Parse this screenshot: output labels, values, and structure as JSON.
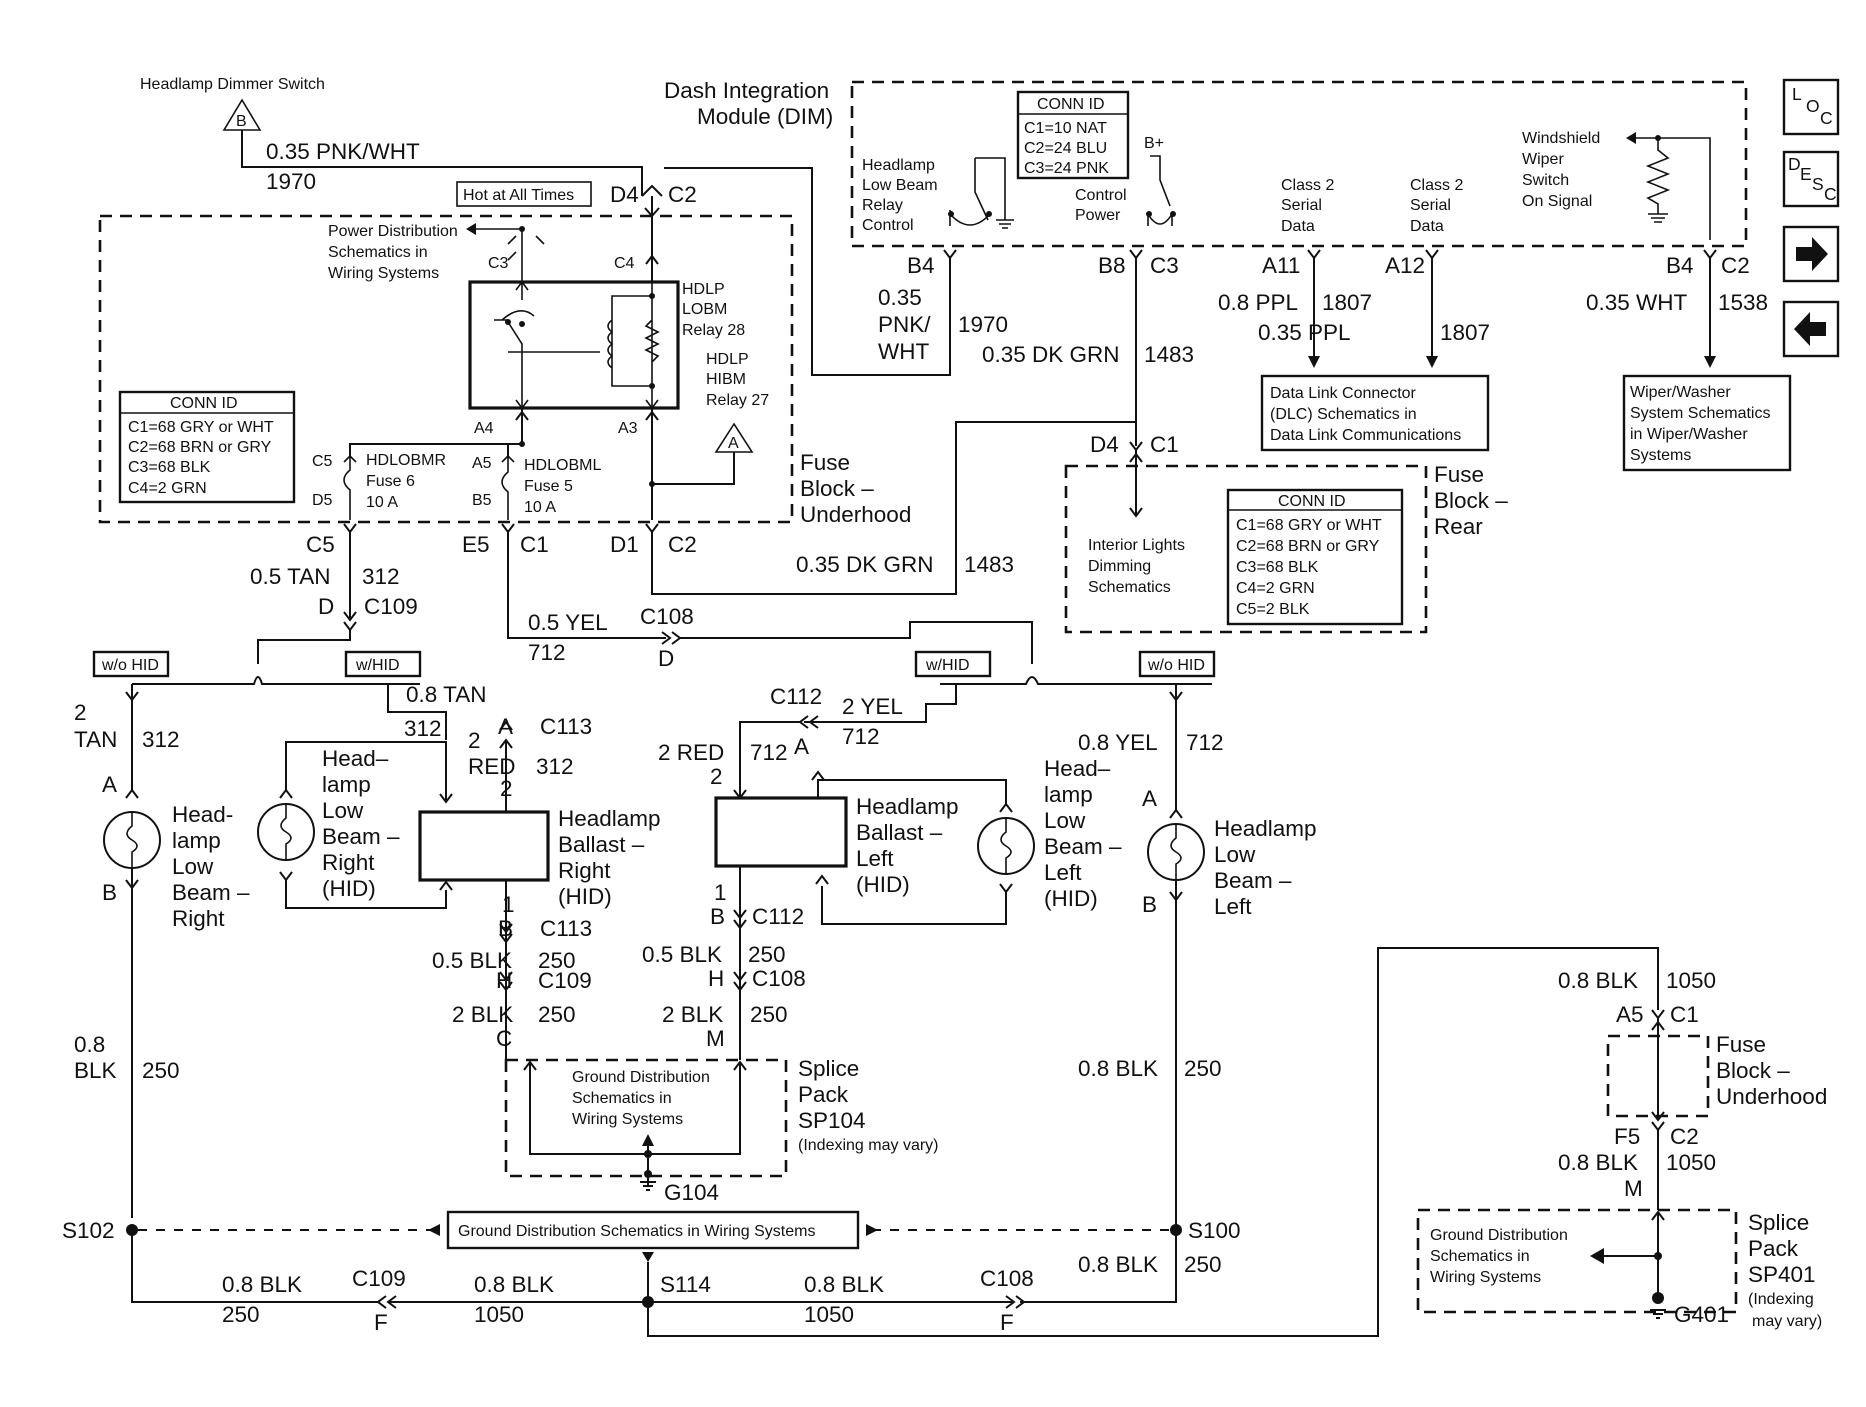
{
  "nav": {
    "loc_label": [
      "L",
      "O",
      "C"
    ],
    "desc_label": [
      "D",
      "E",
      "S",
      "C"
    ],
    "next_icon": "arrow-right-icon",
    "prev_icon": "arrow-left-icon"
  },
  "top": {
    "dimmer_switch": "Headlamp Dimmer Switch",
    "dimmer_ref": "B",
    "wire_1970_size": "0.35 PNK/WHT",
    "wire_1970_circuit": "1970",
    "hot_at_all_times": "Hot at All Times",
    "d4": "D4",
    "c2": "C2"
  },
  "dim": {
    "title_line1": "Dash Integration",
    "title_line2": "Module (DIM)",
    "conn_title": "CONN ID",
    "conn_rows": [
      "C1=10 NAT",
      "C2=24 BLU",
      "C3=24 PNK"
    ],
    "relay_ctrl": [
      "Headlamp",
      "Low Beam",
      "Relay",
      "Control"
    ],
    "control_power": [
      "Control",
      "Power"
    ],
    "bplus": "B+",
    "class2_a": [
      "Class 2",
      "Serial",
      "Data"
    ],
    "class2_b": [
      "Class 2",
      "Serial",
      "Data"
    ],
    "wiper": [
      "Windshield",
      "Wiper",
      "Switch",
      "On Signal"
    ],
    "pins": [
      "B4",
      "B8",
      "C3",
      "A11",
      "A12",
      "B4",
      "C2"
    ],
    "w1970": [
      "0.35",
      "PNK/",
      "WHT",
      "1970"
    ],
    "w1483": "0.35 DK GRN",
    "w1483_c": "1483",
    "w1807a": "0.8 PPL",
    "w1807a_c": "1807",
    "w1807b": "0.35 PPL",
    "w1807b_c": "1807",
    "w1538": "0.35 WHT",
    "w1538_c": "1538",
    "dlc": [
      "Data Link Connector",
      "(DLC) Schematics in",
      "Data Link Communications"
    ],
    "wiper_ref": [
      "Wiper/Washer",
      "System Schematics",
      "in Wiper/Washer",
      "Systems"
    ]
  },
  "fuse_under": {
    "pds": [
      "Power Distribution",
      "Schematics in",
      "Wiring Systems"
    ],
    "c3": "C3",
    "c4": "C4",
    "lobm": [
      "HDLP",
      "LOBM",
      "Relay 28"
    ],
    "hibm": [
      "HDLP",
      "HIBM",
      "Relay 27"
    ],
    "hibm_ref": "A",
    "conn_title": "CONN ID",
    "conn_rows": [
      "C1=68 GRY or WHT",
      "C2=68 BRN or GRY",
      "C3=68 BLK",
      "C4=2 GRN"
    ],
    "a4": "A4",
    "a3": "A3",
    "c5": "C5",
    "d5": "D5",
    "a5": "A5",
    "b5": "B5",
    "fuse6": [
      "HDLOBMR",
      "Fuse 6",
      "10 A"
    ],
    "fuse5": [
      "HDLOBML",
      "Fuse 5",
      "10 A"
    ],
    "title": [
      "Fuse",
      "Block –",
      "Underhood"
    ],
    "bottom_pins": [
      "C5",
      "E5",
      "C1",
      "D1",
      "C2"
    ]
  },
  "mid": {
    "w312_size": "0.5 TAN",
    "w312_c": "312",
    "d": "D",
    "c109": "C109",
    "w712_size": "0.5 YEL",
    "w712_c": "712",
    "c108": "C108",
    "c108_d": "D",
    "w1483b": "0.35 DK GRN",
    "w1483b_c": "1483",
    "d4c1": [
      "D4",
      "C1"
    ],
    "interior": [
      "Interior Lights",
      "Dimming",
      "Schematics"
    ],
    "rear_conn_title": "CONN ID",
    "rear_conn_rows": [
      "C1=68 GRY or WHT",
      "C2=68 BRN or GRY",
      "C3=68 BLK",
      "C4=2 GRN",
      "C5=2 BLK"
    ],
    "rear_title": [
      "Fuse",
      "Block –",
      "Rear"
    ]
  },
  "options": {
    "wo_hid_left": "w/o HID",
    "w_hid_left": "w/HID",
    "w_hid_right": "w/HID",
    "wo_hid_right": "w/o HID"
  },
  "lamps": {
    "rlow_wire": [
      "2",
      "TAN",
      "312"
    ],
    "rlow_a": "A",
    "rlow_b": "B",
    "rlow_label": [
      "Head-",
      "lamp",
      "Low",
      "Beam –",
      "Right"
    ],
    "rhid_label": [
      "Head–",
      "lamp",
      "Low",
      "Beam –",
      "Right",
      "(HID)"
    ],
    "tan08": "0.8 TAN",
    "w312": "312",
    "c113_a": [
      "2",
      "RED",
      "2",
      "A",
      "C113",
      "312"
    ],
    "rballast": [
      "Headlamp",
      "Ballast –",
      "Right",
      "(HID)"
    ],
    "rballast_bottom": [
      "1",
      "B",
      "C113"
    ],
    "lballast_top": [
      "C112",
      "2 YEL",
      "712",
      "2 RED",
      "712",
      "A",
      "2"
    ],
    "lballast": [
      "Headlamp",
      "Ballast –",
      "Left",
      "(HID)"
    ],
    "lhid_label": [
      "Head–",
      "lamp",
      "Low",
      "Beam –",
      "Left",
      "(HID)"
    ],
    "llow_wire": [
      "0.8 YEL",
      "712",
      "A"
    ],
    "llow_label": [
      "Headlamp",
      "Low",
      "Beam –",
      "Left"
    ],
    "llow_b": "B",
    "lballast_bottom": [
      "1",
      "B",
      "C112"
    ]
  },
  "ground": {
    "r_blk": [
      "0.5 BLK",
      "250",
      "H",
      "C109",
      "2 BLK",
      "250",
      "C"
    ],
    "l_blk": [
      "0.5 BLK",
      "250",
      "H",
      "C108",
      "2 BLK",
      "250",
      "M"
    ],
    "w08blk_l": [
      "0.8",
      "BLK",
      "250"
    ],
    "w08blk_r": [
      "0.8 BLK",
      "250"
    ],
    "sp104_text": [
      "Ground Distribution",
      "Schematics in",
      "Wiring Systems"
    ],
    "sp104_label": [
      "Splice",
      "Pack",
      "SP104",
      "(Indexing may vary)"
    ],
    "g104": "G104",
    "s102": "S102",
    "s100": "S100",
    "gds_bar": "Ground Distribution Schematics in Wiring Systems",
    "bottom_l": [
      "0.8 BLK",
      "250",
      "C109",
      "F",
      "0.8 BLK",
      "1050"
    ],
    "s114": "S114",
    "bottom_r": [
      "0.8 BLK",
      "1050",
      "C108",
      "F",
      "0.8 BLK",
      "250"
    ],
    "rear_fuse": [
      "0.8 BLK",
      "1050",
      "A5",
      "C1",
      "F5",
      "C2",
      "0.8 BLK",
      "1050",
      "M"
    ],
    "rear_fuse_title": [
      "Fuse",
      "Block –",
      "Underhood"
    ],
    "sp401_text": [
      "Ground Distribution",
      "Schematics in",
      "Wiring Systems"
    ],
    "sp401_label": [
      "Splice",
      "Pack",
      "SP401",
      "(Indexing",
      "may vary)"
    ],
    "g401": "G401"
  }
}
